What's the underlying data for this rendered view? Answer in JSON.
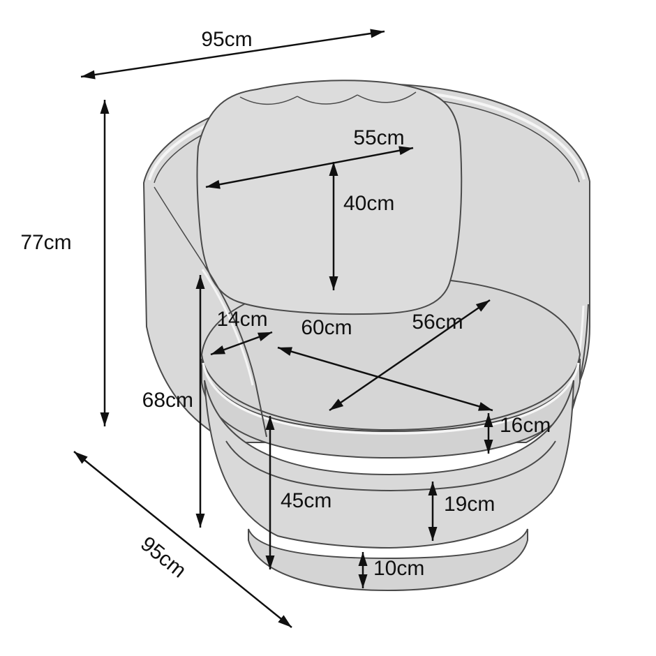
{
  "diagram": {
    "subject": "swivel barrel chair dimension diagram",
    "units": "cm",
    "dimensions": {
      "overall_width": "95cm",
      "overall_height": "77cm",
      "overall_depth": "95cm",
      "back_cushion_width": "55cm",
      "back_cushion_height": "40cm",
      "arm_thickness": "14cm",
      "seat_width": "60cm",
      "seat_depth": "56cm",
      "seat_cushion_thickness": "16cm",
      "arm_height": "68cm",
      "seat_height": "45cm",
      "base_band_height": "19cm",
      "plinth_height": "10cm"
    },
    "colors": {
      "background": "#ffffff",
      "chair_fill": "#d9d9d9",
      "chair_fill_shade": "#d2d2d2",
      "outline": "#4a4a4a",
      "piping": "#f5f5f5",
      "dimension_ink": "#101010"
    }
  }
}
